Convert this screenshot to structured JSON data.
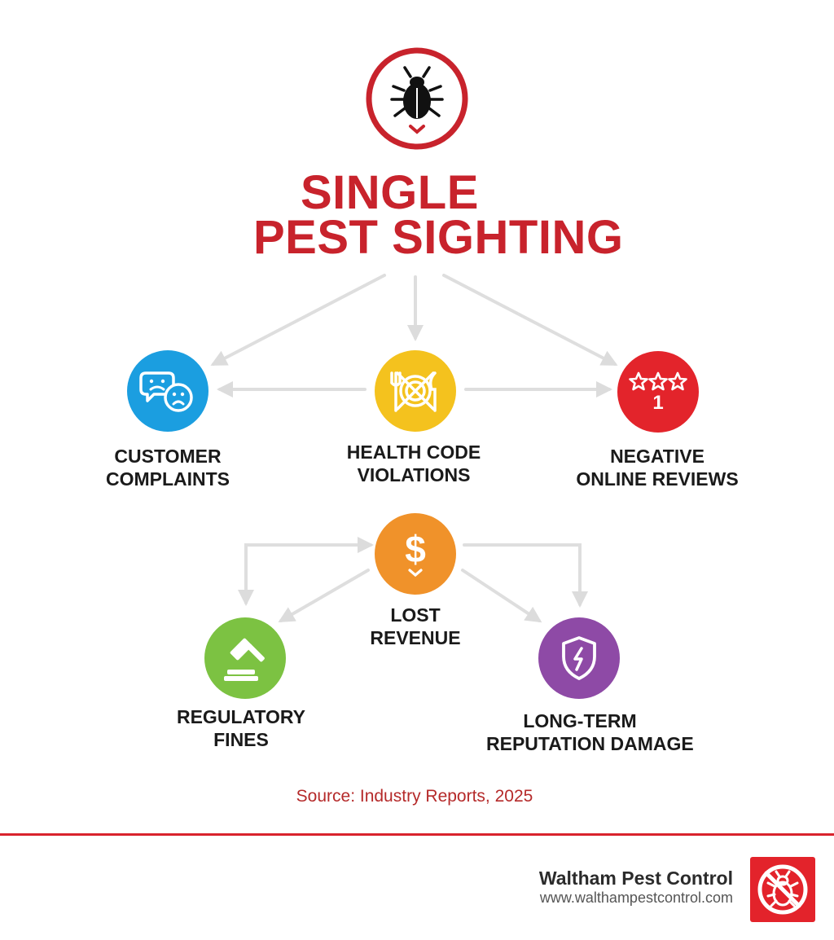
{
  "title": {
    "line1": "SINGLE",
    "line2": "PEST SIGHTING"
  },
  "nodes": {
    "customer_complaints": {
      "line1": "CUSTOMER",
      "line2": "COMPLAINTS",
      "color": "#1b9ee0"
    },
    "health_code": {
      "line1": "HEALTH CODE",
      "line2": "VIOLATIONS",
      "color": "#f4c21e"
    },
    "negative_reviews": {
      "line1": "NEGATIVE",
      "line2": "ONLINE REVIEWS",
      "color": "#e3242b",
      "rating": "1"
    },
    "lost_revenue": {
      "line1": "LOST",
      "line2": "REVENUE",
      "color": "#f0922a",
      "symbol": "$"
    },
    "regulatory_fines": {
      "line1": "REGULATORY",
      "line2": "FINES",
      "color": "#7cc242"
    },
    "reputation_damage": {
      "line1": "LONG-TERM",
      "line2": "REPUTATION DAMAGE",
      "color": "#8e4aa6"
    }
  },
  "accent_color": "#c8232c",
  "source": "Source: Industry Reports, 2025",
  "footer": {
    "brand_name": "Waltham Pest Control",
    "brand_url": "www.walthampestcontrol.com"
  }
}
